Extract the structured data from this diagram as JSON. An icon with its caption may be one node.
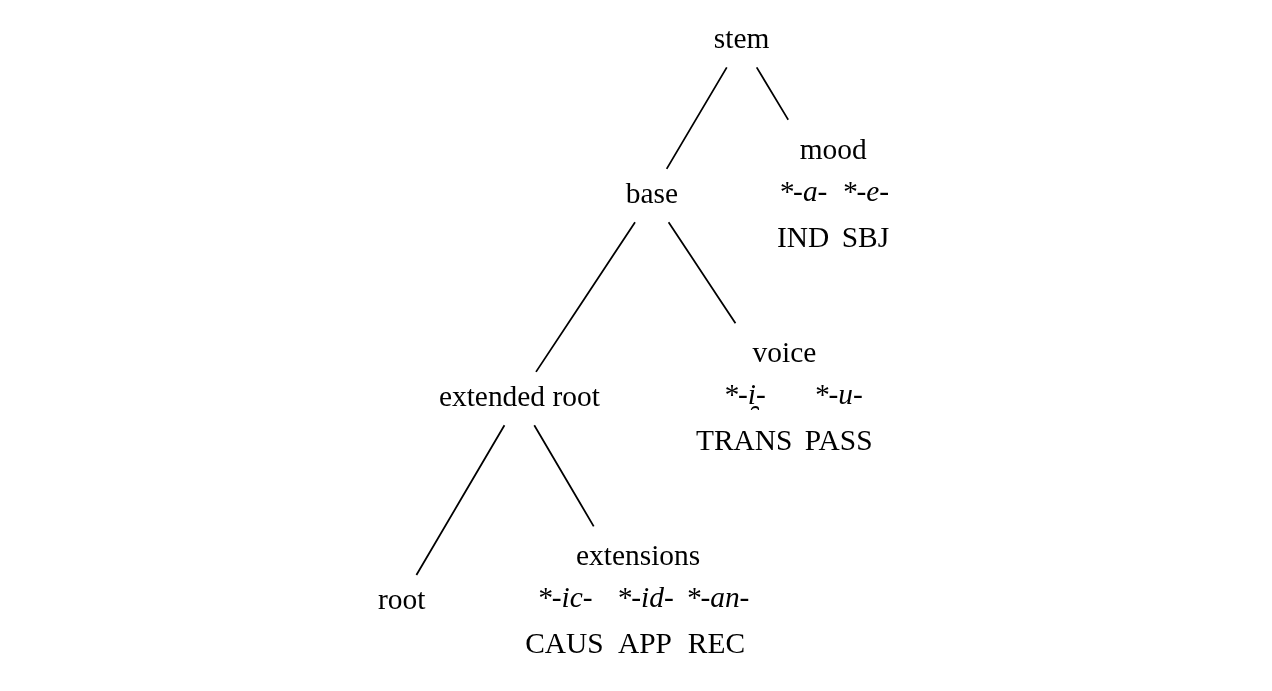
{
  "diagram": {
    "nodes": [
      {
        "text": [
          "stem"
        ]
      },
      {
        "text": [
          "base"
        ]
      },
      {
        "text": [
          "mood"
        ],
        "beside": [
          "*-a-",
          "*-e-",
          "IND",
          "SBJ"
        ]
      },
      {
        "text": [
          "extended root"
        ]
      },
      {
        "text": [
          "voice"
        ],
        "beside": [
          "*-i̯-",
          "*-u-",
          "TRANS",
          "PASS"
        ]
      },
      {
        "text": [
          "root"
        ]
      },
      {
        "text": [
          "extensions"
        ],
        "beside": [
          "*-ic-",
          "*-id-",
          "*-an-",
          "CAUS",
          "APP",
          "REC"
        ]
      }
    ],
    "edges": [
      {
        "from": 0,
        "to": 1,
        "arrow": "none"
      },
      {
        "from": 0,
        "to": 2,
        "arrow": "none"
      },
      {
        "from": 1,
        "to": 3,
        "arrow": "none"
      },
      {
        "from": 1,
        "to": 4,
        "arrow": "none"
      },
      {
        "from": 3,
        "to": 5,
        "arrow": "none"
      },
      {
        "from": 3,
        "to": 6,
        "arrow": "none"
      }
    ]
  }
}
